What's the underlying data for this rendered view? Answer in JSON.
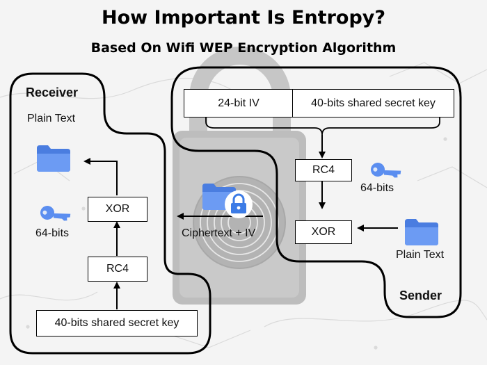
{
  "title": "How Important Is Entropy?",
  "subtitle": "Based On Wifi WEP Encryption Algorithm",
  "sender": {
    "label": "Sender",
    "iv": "24-bit IV",
    "key": "40-bits shared secret key",
    "rc4": "RC4",
    "key_size": "64-bits",
    "xor": "XOR",
    "input": "Plain Text"
  },
  "channel": {
    "output": "Ciphertext + IV"
  },
  "receiver": {
    "label": "Receiver",
    "output": "Plain Text",
    "key_size": "64-bits",
    "xor": "XOR",
    "rc4": "RC4",
    "key": "40-bits shared secret key"
  },
  "colors": {
    "folder": "#5b8ef0",
    "key_icon": "#5b8ef0",
    "lock_icon": "#3c7be6",
    "padlock": "#b9b9b9"
  },
  "icons": [
    "folder-icon",
    "key-icon",
    "lock-icon",
    "padlock-illustration"
  ]
}
